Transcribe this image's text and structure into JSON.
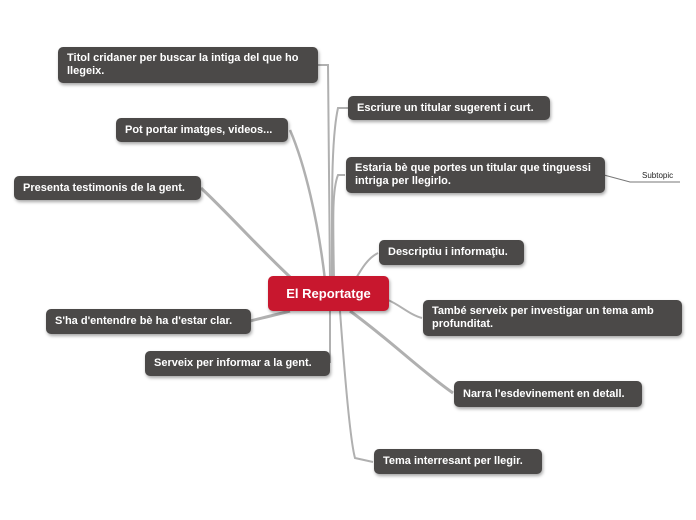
{
  "central": {
    "label": "El Reportatge",
    "color": "#c8172e"
  },
  "node_color": "#4b4948",
  "topics": [
    {
      "id": "titol-cridaner",
      "label": "Titol cridaner per buscar la intiga del que ho llegeix."
    },
    {
      "id": "escriure-titular",
      "label": "Escriure un titular sugerent i curt."
    },
    {
      "id": "pot-portar",
      "label": "Pot portar imatges, videos..."
    },
    {
      "id": "estaria-be",
      "label": "Estaria bè que portes un titular que tinguessi intriga per llegirlo."
    },
    {
      "id": "presenta-testimonis",
      "label": "Presenta testimonis de la gent."
    },
    {
      "id": "descriptiu",
      "label": "Descriptiu i informaţiu."
    },
    {
      "id": "tambe-serveix",
      "label": "També serveix per investigar un tema amb profunditat."
    },
    {
      "id": "sha-dentendre",
      "label": "S'ha d'entendre bè ha d'estar clar."
    },
    {
      "id": "serveix-informar",
      "label": "Serveix per informar a la gent."
    },
    {
      "id": "narra",
      "label": "Narra l'esdevinement en detall."
    },
    {
      "id": "tema-interessant",
      "label": "Tema interresant per llegir."
    }
  ],
  "subtopic": {
    "label": "Subtopic"
  }
}
